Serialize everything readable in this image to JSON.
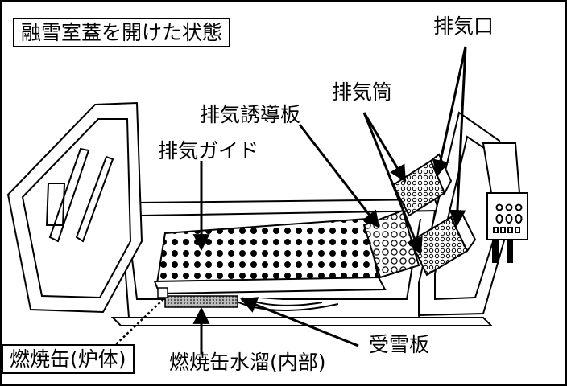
{
  "title": "融雪室蓋を開けた状態",
  "labels": {
    "exhaust_port": "排気口",
    "exhaust_pipe": "排気筒",
    "exhaust_guide_plate": "排気誘導板",
    "exhaust_guide": "排気ガイド",
    "snow_receiving_plate": "受雪板",
    "combustion_can": "燃焼缶(炉体)",
    "combustion_can_water": "燃焼缶水溜(内部)"
  },
  "colors": {
    "line": "#000000",
    "background": "#ffffff",
    "hatch": "#888888"
  }
}
